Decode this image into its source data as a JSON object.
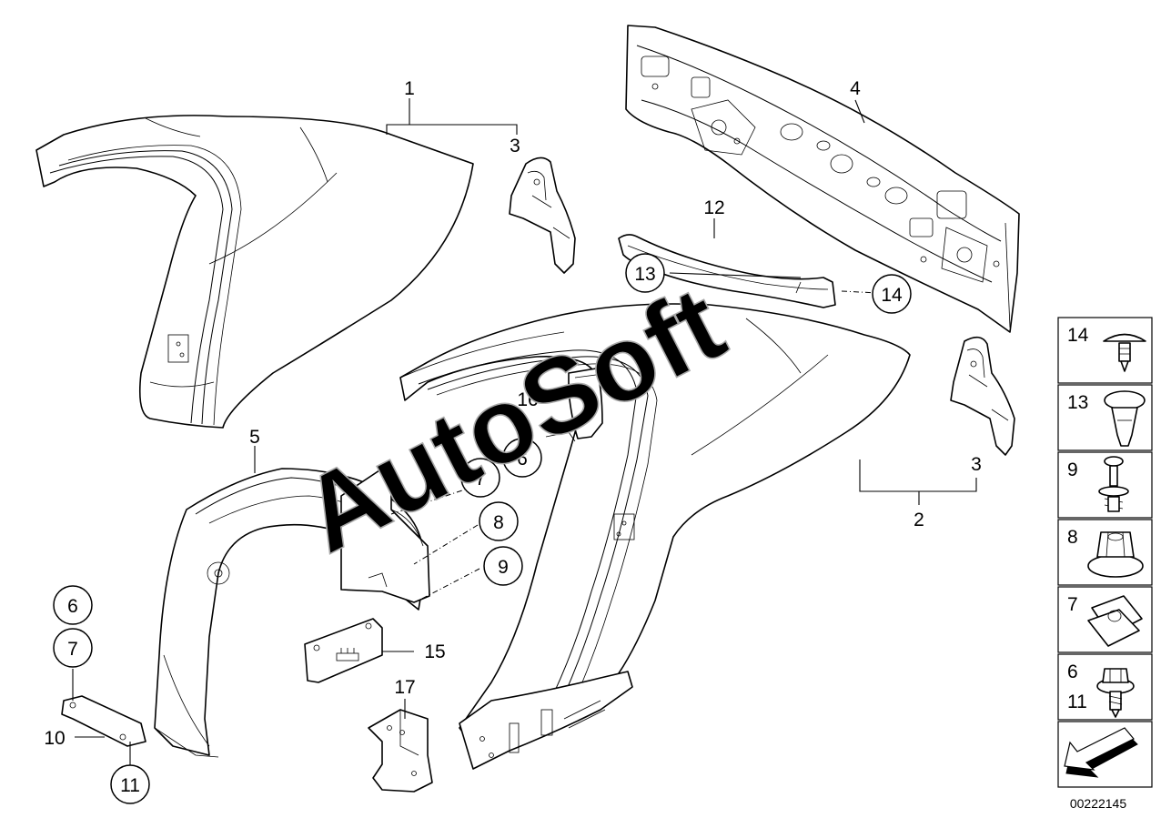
{
  "diagram": {
    "labels": {
      "l1": "1",
      "l2": "2",
      "l3a": "3",
      "l3b": "3",
      "l4": "4",
      "l5": "5",
      "l10": "10",
      "l12": "12",
      "l15": "15",
      "l16": "16",
      "l17": "17"
    },
    "callouts": {
      "c13": "13",
      "c14": "14",
      "c6a": "6",
      "c7a": "7",
      "c8": "8",
      "c9": "9",
      "c6b": "6",
      "c7b": "7",
      "c11": "11"
    },
    "legend": {
      "items": [
        "14",
        "13",
        "9",
        "8",
        "7",
        "6",
        "11"
      ]
    },
    "watermark": "AutoSoft",
    "diagram_id": "00222145"
  }
}
